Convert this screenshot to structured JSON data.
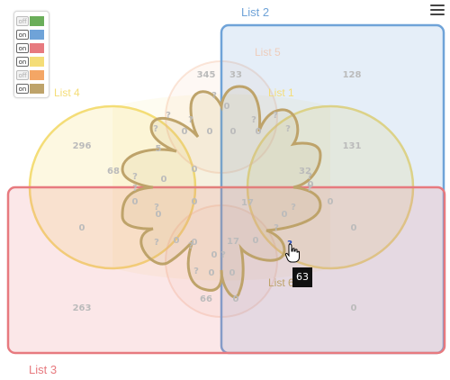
{
  "colors": {
    "list1": "#e8c58a",
    "list2": "#6fa3d8",
    "list3": "#e77a7f",
    "list4": "#f4dd77",
    "list5": "#f4b894",
    "list6": "#bea36a"
  },
  "toggles": [
    {
      "state": "off",
      "color": "#6aae5a",
      "name": "toggle-green"
    },
    {
      "state": "on",
      "color": "#6fa3d8",
      "name": "toggle-blue"
    },
    {
      "state": "on",
      "color": "#e77a7f",
      "name": "toggle-red"
    },
    {
      "state": "on",
      "color": "#f4dd77",
      "name": "toggle-yellow"
    },
    {
      "state": "off",
      "color": "#f4a665",
      "name": "toggle-orange"
    },
    {
      "state": "on",
      "color": "#bea36a",
      "name": "toggle-tan"
    }
  ],
  "set_labels": {
    "list1": "List 1",
    "list2": "List 2",
    "list3": "List 3",
    "list4": "List 4",
    "list5": "List 5",
    "list6": "List 6"
  },
  "region_values": [
    "345",
    "33",
    "128",
    "296",
    "131",
    "68",
    "32",
    "17",
    "263",
    "0",
    "0",
    "0",
    "17",
    "66",
    "0",
    "0",
    "0",
    "0",
    "0",
    "0",
    "0",
    "0",
    "0",
    "0",
    "0",
    "0",
    "0",
    "0",
    "0",
    "0",
    "0",
    "0",
    "0",
    "0",
    "5",
    "?",
    "?",
    "?",
    "?",
    "?",
    "?",
    "?",
    "?",
    "?",
    "?",
    "?",
    "?",
    "?",
    "?",
    "?",
    "?",
    "?",
    "?",
    "?"
  ],
  "tooltip": {
    "value": "63"
  },
  "menu_icon": "hamburger-icon"
}
